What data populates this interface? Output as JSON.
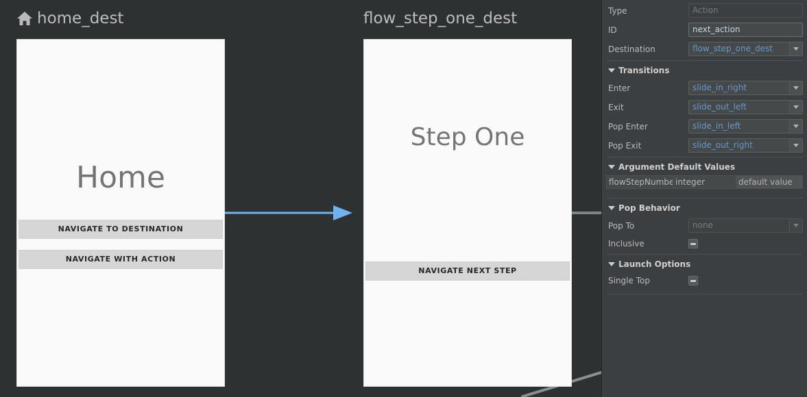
{
  "canvas": {
    "background_color": "#2e3132",
    "destinations": [
      {
        "name": "home_dest",
        "icon": "home-icon",
        "screen_title": "Home",
        "buttons": [
          "NAVIGATE TO DESTINATION",
          "NAVIGATE WITH ACTION"
        ]
      },
      {
        "name": "flow_step_one_dest",
        "icon": "",
        "screen_title": "Step One",
        "buttons": [
          "NAVIGATE NEXT STEP"
        ]
      }
    ],
    "connections": [
      {
        "name": "home-to-flow-step-one",
        "color": "#6fb2ee",
        "style": "arrow"
      },
      {
        "name": "flow-step-one-outgoing",
        "color": "#808587",
        "style": "line"
      },
      {
        "name": "flow-step-one-diagonal",
        "color": "#8a8f91",
        "style": "line"
      }
    ]
  },
  "panel": {
    "type": {
      "label": "Type",
      "value": "",
      "placeholder": "Action"
    },
    "id": {
      "label": "ID",
      "value": "next_action"
    },
    "destination": {
      "label": "Destination",
      "value": "flow_step_one_dest"
    },
    "transitions": {
      "title": "Transitions",
      "fields": [
        {
          "label": "Enter",
          "value": "slide_in_right"
        },
        {
          "label": "Exit",
          "value": "slide_out_left"
        },
        {
          "label": "Pop Enter",
          "value": "slide_in_left"
        },
        {
          "label": "Pop Exit",
          "value": "slide_out_right"
        }
      ]
    },
    "argument_default_values": {
      "title": "Argument Default Values",
      "rows": [
        {
          "name": "flowStepNumbe",
          "type": "integer",
          "default_placeholder": "default value"
        }
      ]
    },
    "pop_behavior": {
      "title": "Pop Behavior",
      "pop_to": {
        "label": "Pop To",
        "value": "none"
      },
      "inclusive": {
        "label": "Inclusive",
        "checked": false
      }
    },
    "launch_options": {
      "title": "Launch Options",
      "single_top": {
        "label": "Single Top",
        "checked": false
      }
    }
  },
  "colors": {
    "panel_bg": "#3c3f41",
    "accent_link": "#6897cf",
    "arrow": "#6fb2ee"
  }
}
